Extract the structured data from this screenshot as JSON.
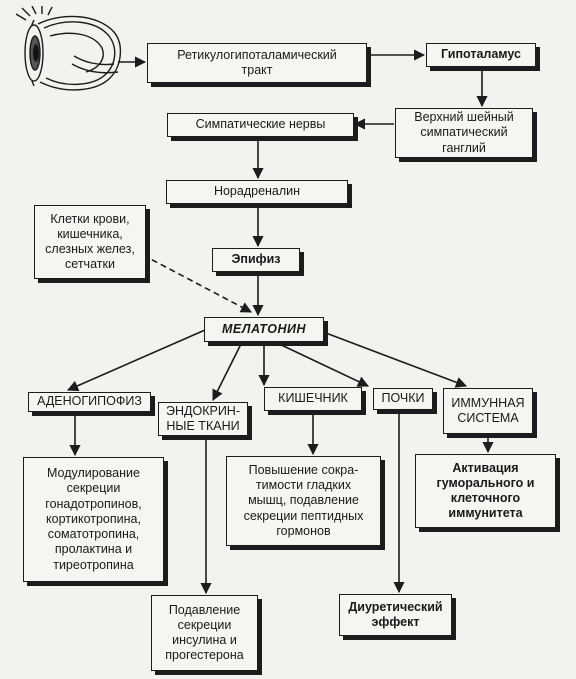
{
  "nodes": {
    "reticulo": "Ретикулогипоталамический\nтракт",
    "hypothalamus": "Гипоталамус",
    "ganglion": "Верхний шейный\nсимпатический\nганглий",
    "sympathetic": "Симпатические нервы",
    "noradrenaline": "Норадреналин",
    "cells": "Клетки крови,\nкишечника,\nслезных желез,\nсетчатки",
    "epiphysis": "Эпифиз",
    "melatonin": "МЕЛАТОНИН",
    "adenohypophysis": "АДЕНОГИПОФИЗ",
    "endocrine": "ЭНДОКРИН-\nНЫЕ ТКАНИ",
    "intestine": "КИШЕЧНИК",
    "kidneys": "ПОЧКИ",
    "immune": "ИММУННАЯ\nСИСТЕМА",
    "modulation": "Модулирование\nсекреции\nгонадотропинов,\nкортикотропина,\nсоматотропина,\nпролактина и\nтиреотропина",
    "contractility": "Повышение сокра-\nтимости гладких\nмышц, подавление\nсекреции пептидных\nгормонов",
    "activation": "Активация\nгуморального и\nклеточного\nиммунитета",
    "insulin": "Подавление\nсекреции\nинсулина и\nпрогестерона",
    "diuretic": "Диуретический\nэффект"
  },
  "icons": [
    "eye-icon"
  ],
  "colors": {
    "line": "#1c1c1c",
    "paper": "#f4f2ee"
  }
}
